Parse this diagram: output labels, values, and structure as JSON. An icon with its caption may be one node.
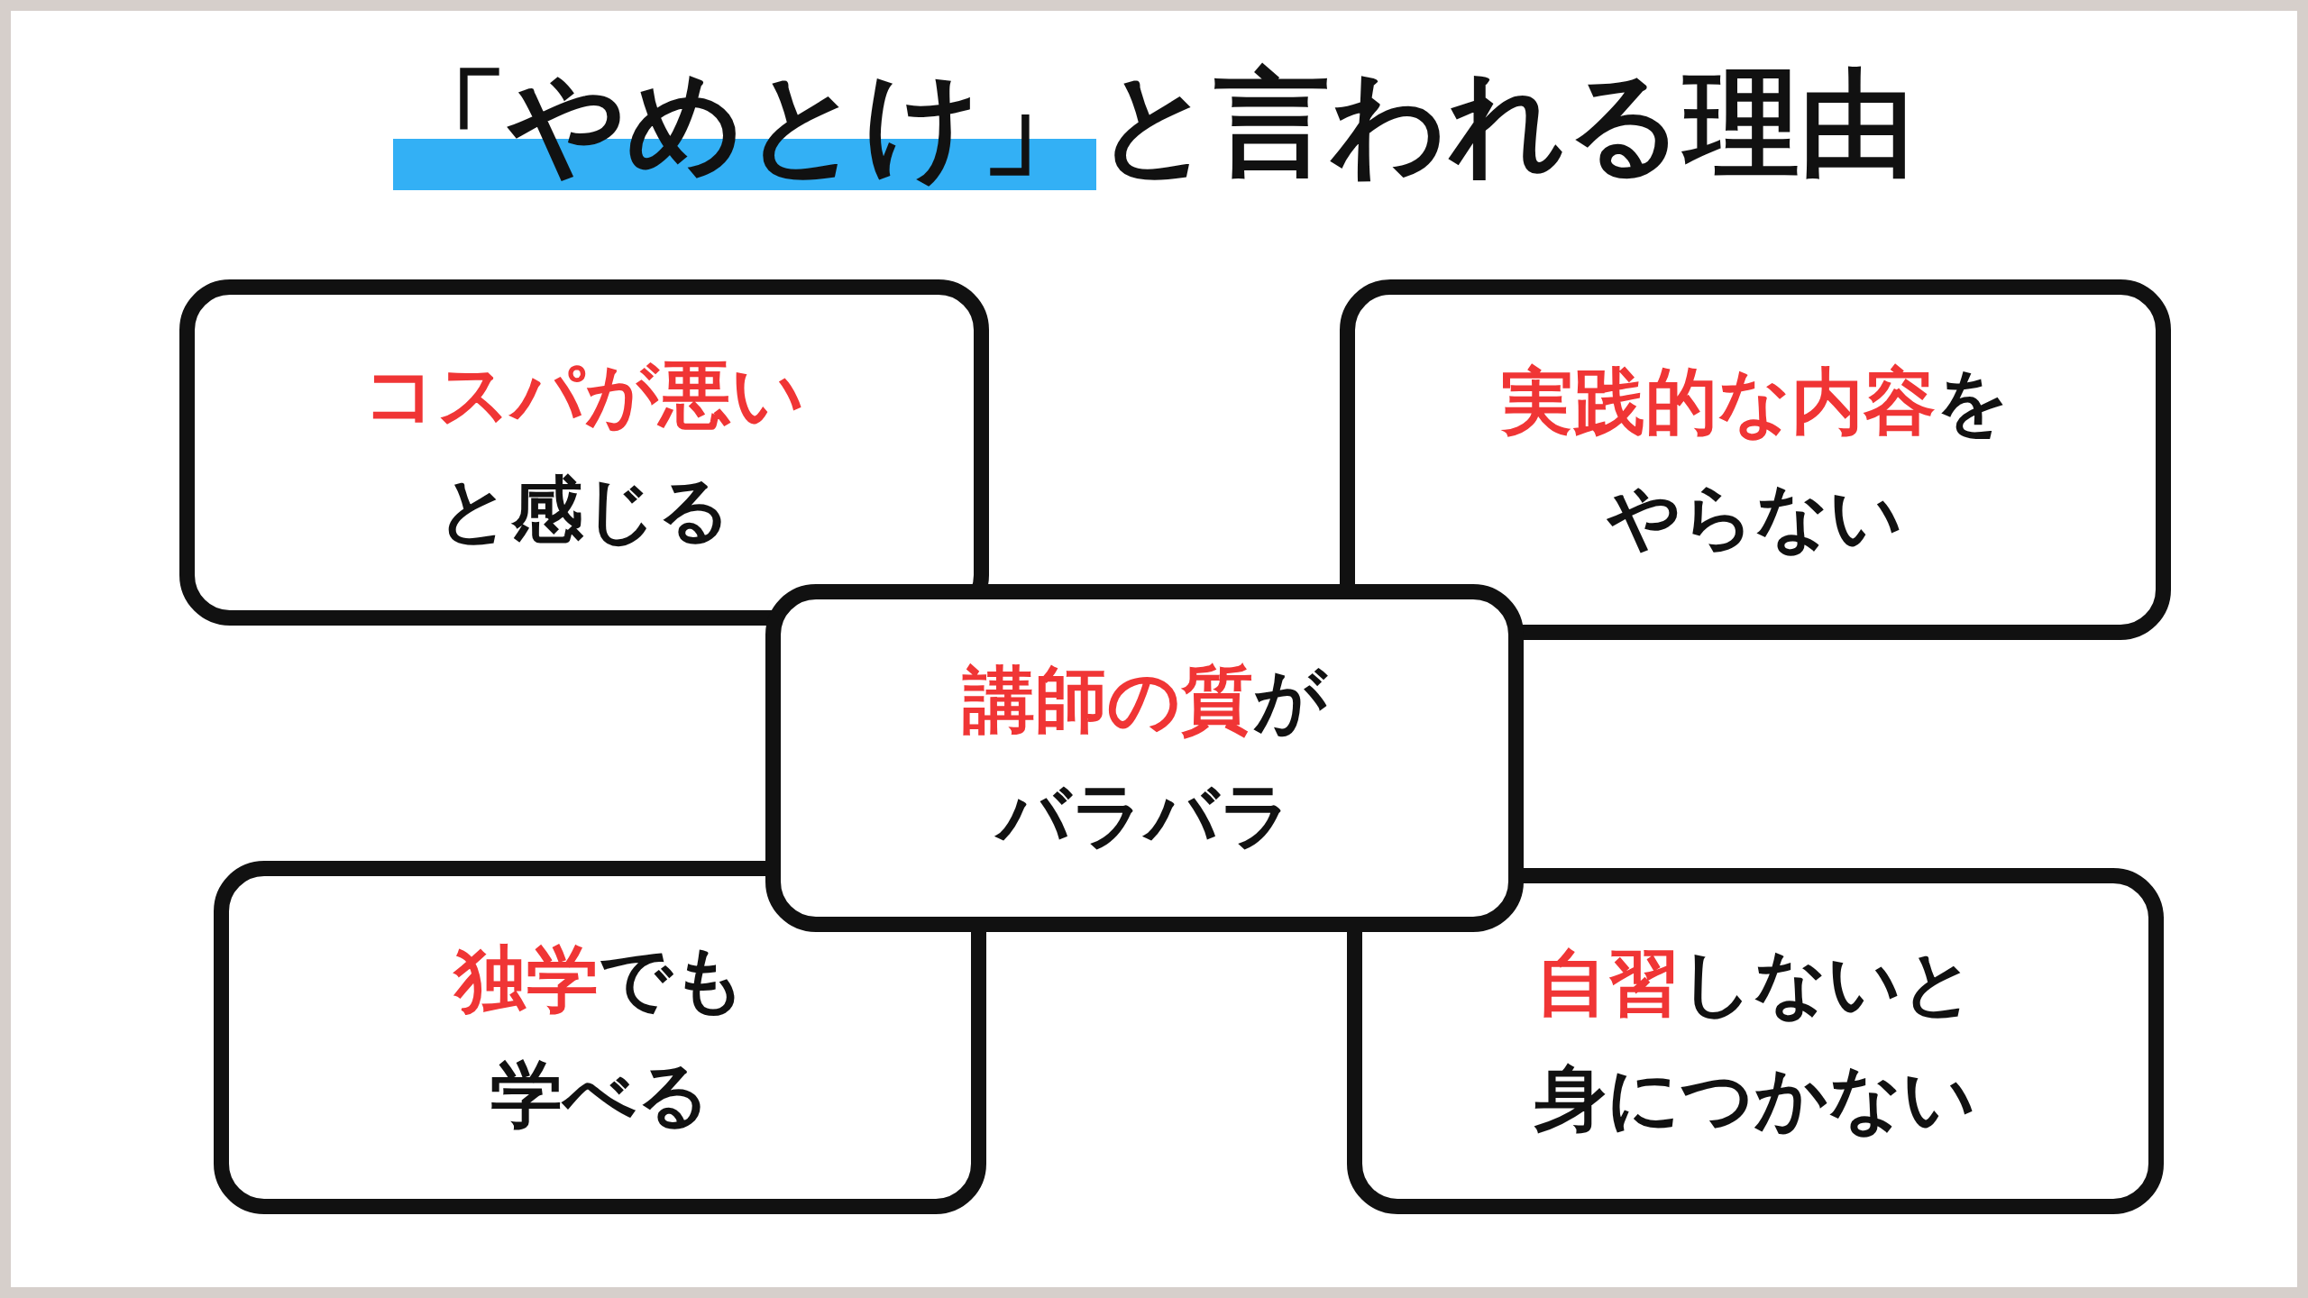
{
  "diagram": {
    "title": "**「やめとけ」**と言われる理由",
    "nodes": [
      {
        "text": [
          "**コスパが悪い**と感じる"
        ]
      },
      {
        "text": [
          "**実践的な内容**をやらない"
        ]
      },
      {
        "text": [
          "**講師の質**がバラバラ"
        ]
      },
      {
        "text": [
          "**独学**でも学べる"
        ]
      },
      {
        "text": [
          "**自習**しないと身につかない"
        ]
      }
    ]
  }
}
